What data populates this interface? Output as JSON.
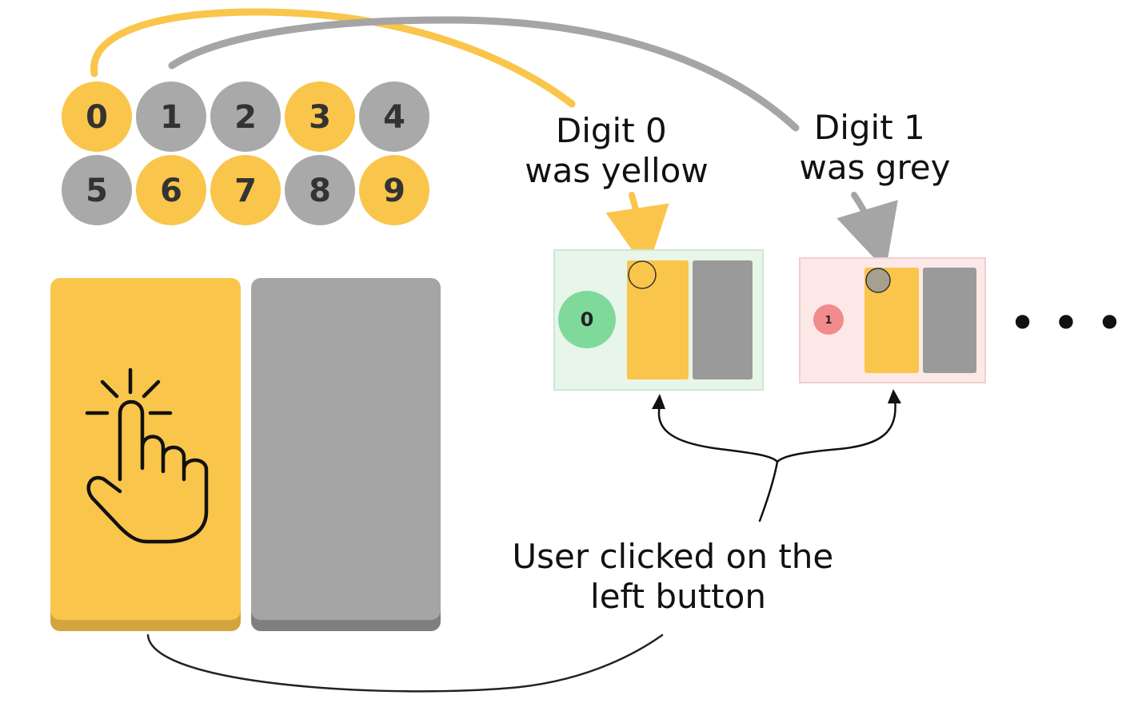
{
  "colors": {
    "yellow": "#fac54b",
    "yellow_shadow": "#d4a43f",
    "grey": "#a5a5a5",
    "grey_shadow": "#7f7f7f",
    "circle_grey": "#a9a9a9",
    "text_dark": "#333333",
    "panel_green_bg": "#e8f5e9",
    "panel_red_bg": "#fde8e8",
    "badge_green": "#7fd99a",
    "badge_red": "#f28b8b",
    "mini_grey": "#9a9a9a"
  },
  "digits": [
    {
      "label": "0",
      "color": "yellow"
    },
    {
      "label": "1",
      "color": "grey"
    },
    {
      "label": "2",
      "color": "grey"
    },
    {
      "label": "3",
      "color": "yellow"
    },
    {
      "label": "4",
      "color": "grey"
    },
    {
      "label": "5",
      "color": "grey"
    },
    {
      "label": "6",
      "color": "yellow"
    },
    {
      "label": "7",
      "color": "yellow"
    },
    {
      "label": "8",
      "color": "grey"
    },
    {
      "label": "9",
      "color": "yellow"
    }
  ],
  "buttons": {
    "left_icon": "pointing-hand-click-icon",
    "left_color": "yellow",
    "right_color": "grey"
  },
  "annotations": {
    "digit0": [
      "Digit 0",
      "was yellow"
    ],
    "digit1": [
      "Digit 1",
      "was grey"
    ],
    "click_note": [
      "User clicked on the",
      "left button"
    ],
    "ellipsis": "• • •"
  },
  "trials": [
    {
      "badge": "0",
      "badge_color": "badge_green",
      "panel_bg": "panel_green_bg",
      "dot_color": "yellow"
    },
    {
      "badge": "1",
      "badge_color": "badge_red",
      "panel_bg": "panel_red_bg",
      "dot_color": "grey"
    }
  ]
}
